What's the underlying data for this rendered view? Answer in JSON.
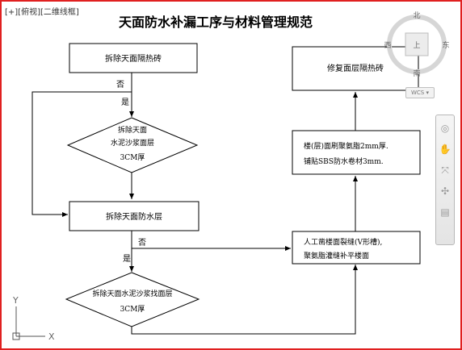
{
  "viewport_label": "[+][俯视][二维线框]",
  "title": "天面防水补漏工序与材料管理规范",
  "nodes": {
    "remove_tiles": "拆除天面隔热砖",
    "decision_1_line1": "拆除天面",
    "decision_1_line2": "水泥沙浆面层",
    "decision_1_line3": "3CM厚",
    "remove_waterproof": "拆除天面防水层",
    "decision_2_line1": "拆除天面水泥沙浆找面层",
    "decision_2_line2": "3CM厚",
    "manual_line1": "人工凿楼面裂缝(V形槽),",
    "manual_line2": "聚氨脂灌缝补平楼面",
    "apply_line1": "楼(层)面刷聚氨脂2mm厚.",
    "apply_line2": "铺贴SBS防水卷材3mm.",
    "restore_tiles": "修复面层隔热砖"
  },
  "edge_labels": {
    "no_1": "否",
    "yes_1": "是",
    "no_2": "否",
    "yes_2": "是"
  },
  "viewcube": {
    "north": "北",
    "south": "南",
    "east": "东",
    "west": "西",
    "top_face": "上",
    "wcs": "WCS"
  },
  "ucs": {
    "x_label": "X",
    "y_label": "Y"
  },
  "colors": {
    "frame": "#e02020",
    "lines": "#000000"
  }
}
